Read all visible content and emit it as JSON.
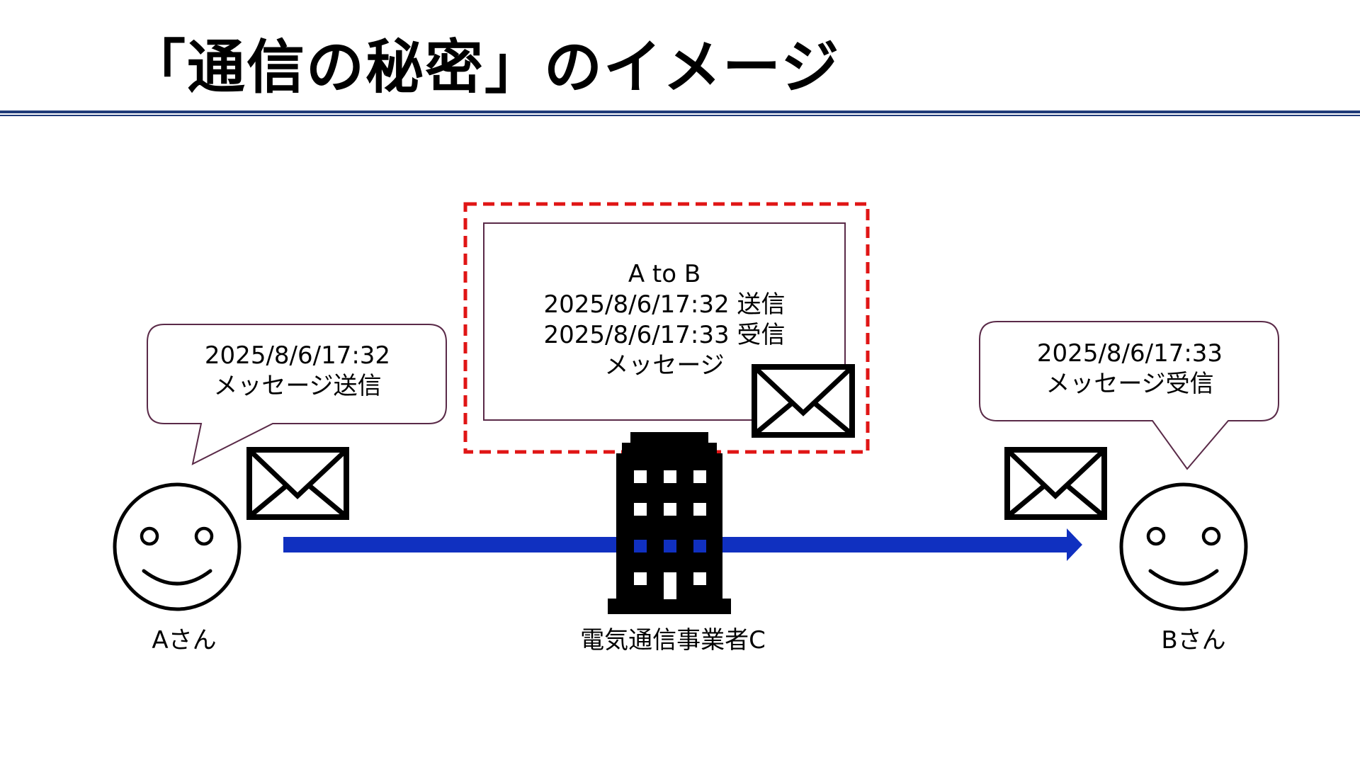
{
  "title": "「通信の秘密」のイメージ",
  "colors": {
    "title_rule": "#1f3a78",
    "bubble_border": "#5a2a48",
    "record_box_border": "#5a2a48",
    "highlight_dashed": "#e01515",
    "arrow": "#1030c0",
    "black": "#000000"
  },
  "sender": {
    "label": "Aさん",
    "bubble_lines": [
      "2025/8/6/17:32",
      "メッセージ送信"
    ]
  },
  "receiver": {
    "label": "Bさん",
    "bubble_lines": [
      "2025/8/6/17:33",
      "メッセージ受信"
    ]
  },
  "carrier": {
    "label": "電気通信事業者C",
    "record_lines": [
      "A to B",
      "2025/8/6/17:32 送信",
      "2025/8/6/17:33 受信",
      "メッセージ"
    ]
  },
  "icons": [
    "smiley-face-icon",
    "envelope-icon",
    "building-icon",
    "arrow-right-icon"
  ]
}
